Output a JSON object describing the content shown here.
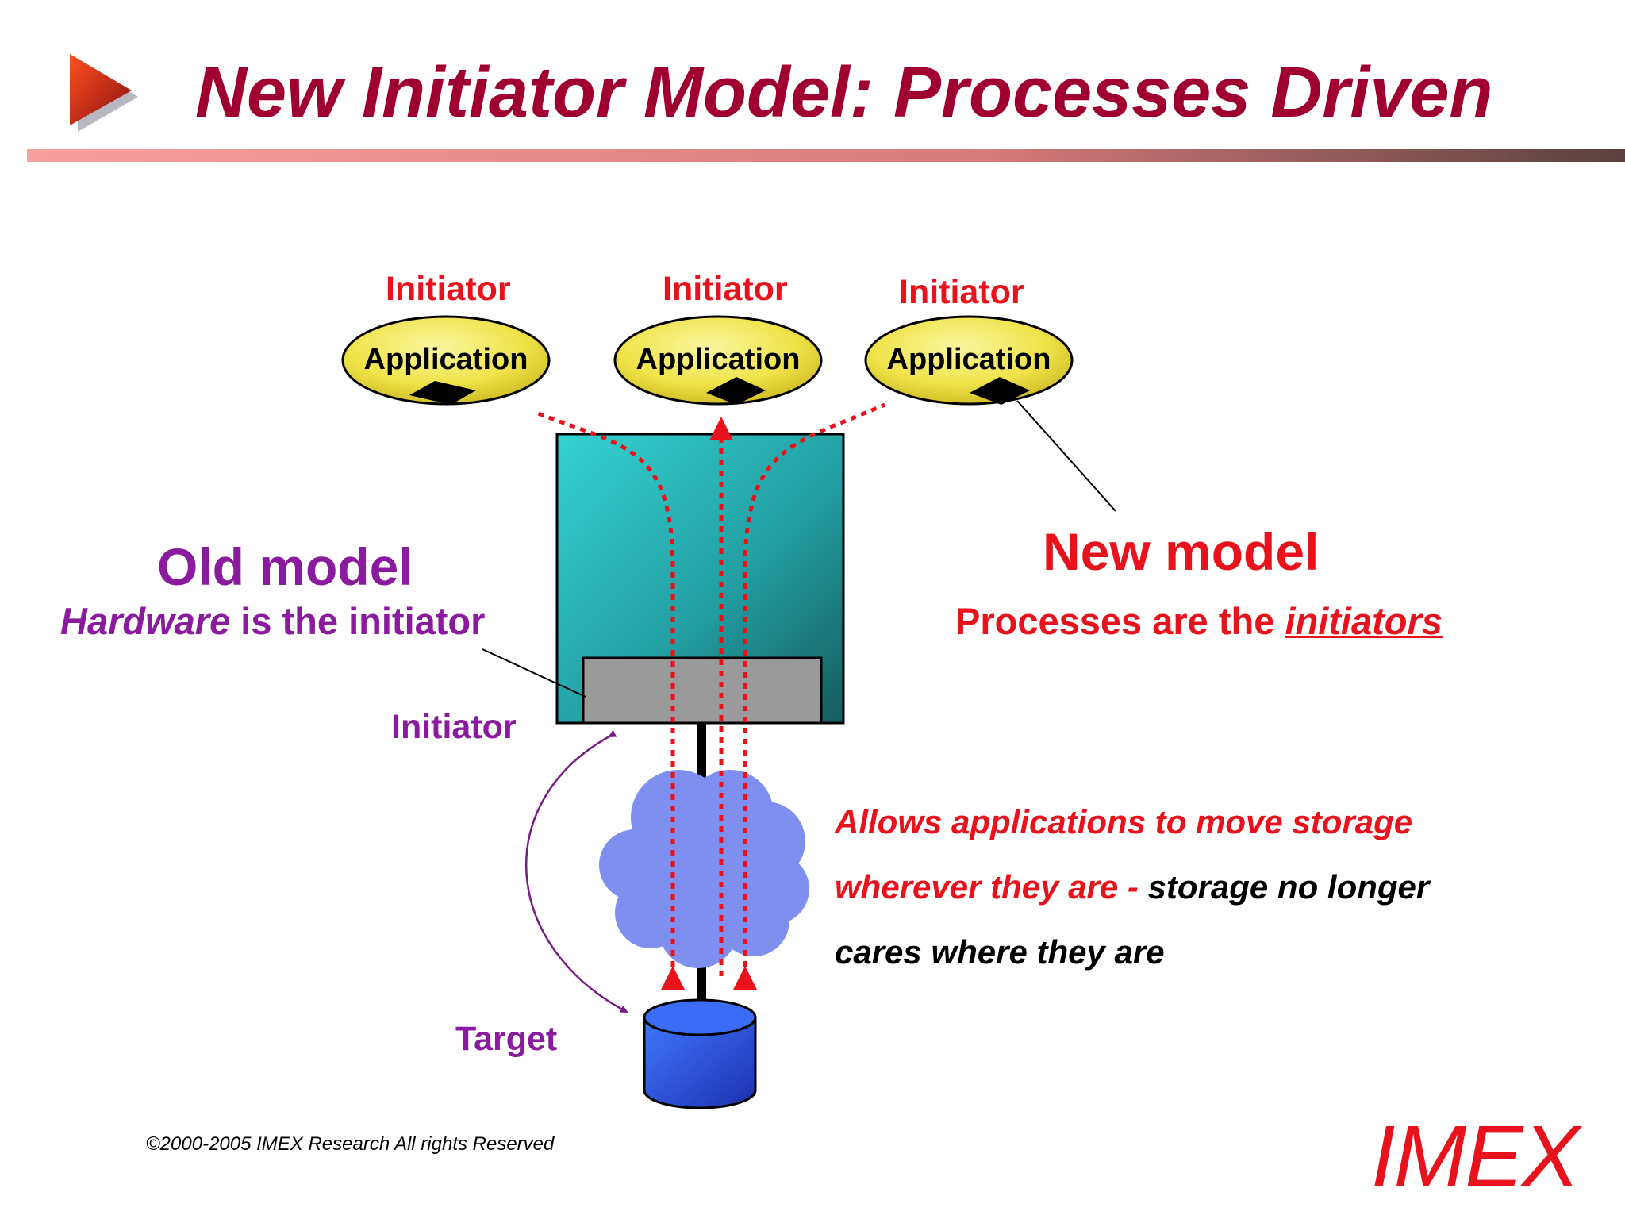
{
  "title": "New Initiator Model: Processes Driven",
  "top_initiators": [
    "Initiator",
    "Initiator",
    "Initiator"
  ],
  "applications": [
    "Application",
    "Application",
    "Application"
  ],
  "old_model": {
    "title": "Old model",
    "subtitle_italic": "Hardware",
    "subtitle_rest": " is the initiator"
  },
  "new_model": {
    "title": "New model",
    "subtitle_prefix": "Processes are the ",
    "subtitle_emphasis": "initiators"
  },
  "initiator_label": "Initiator",
  "target_label": "Target",
  "allows": {
    "line1": "Allows applications to move storage",
    "line2_red": "wherever they are - ",
    "line2_black": "storage no longer",
    "line3": "cares where they are"
  },
  "copyright": "©2000-2005  IMEX Research All rights Reserved",
  "brand": "IMEX",
  "colors": {
    "title": "#a00030",
    "red": "#e8121c",
    "purple": "#8a1a9e",
    "app_fill": "#f0e34a",
    "box_teal": "#2bb8b8",
    "cloud": "#7f8ff0",
    "cylinder": "#2a4fe0"
  }
}
